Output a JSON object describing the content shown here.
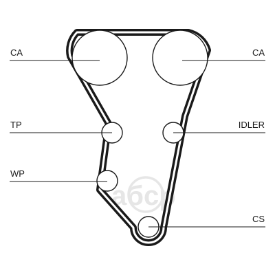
{
  "diagram": {
    "labels": {
      "cam_left": "CA",
      "cam_right": "CA",
      "tensioner": "TP",
      "idler": "IDLER",
      "water_pump": "WP",
      "crankshaft": "CS"
    },
    "watermark": {
      "text": "aбcp"
    },
    "colors": {
      "line": "#1a1a1a",
      "watermark": "#e6e6e6",
      "background": "#ffffff"
    }
  }
}
